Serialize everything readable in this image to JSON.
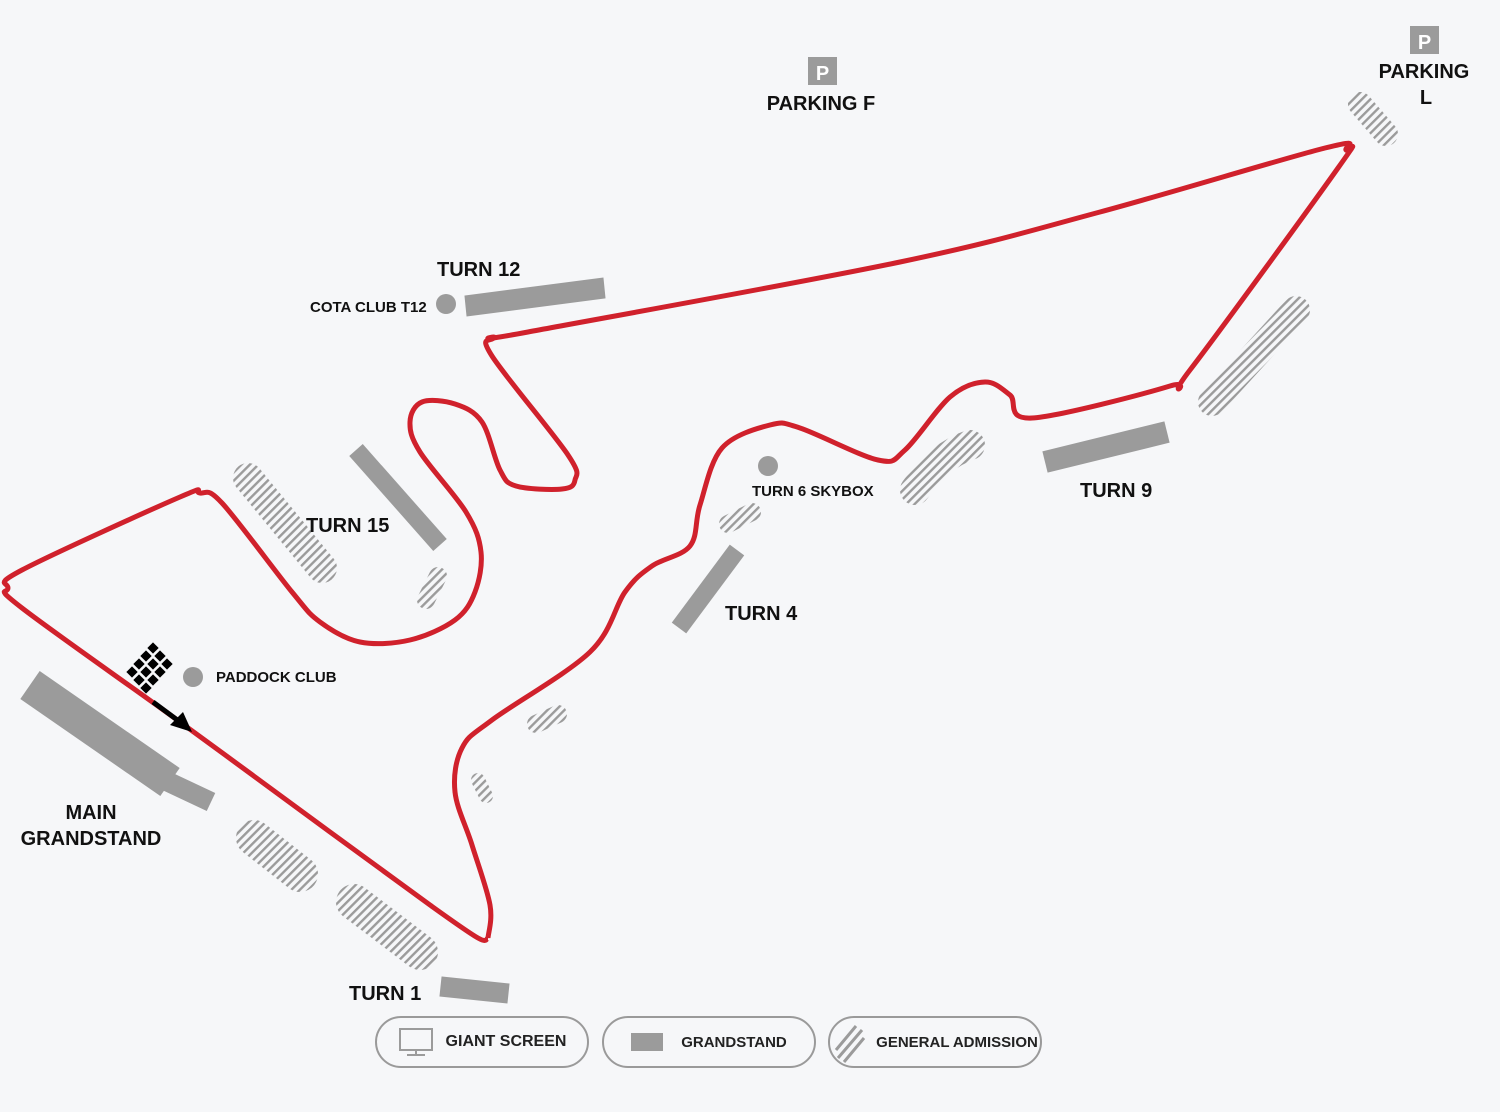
{
  "colors": {
    "track": "#d0212c",
    "grandstand": "#9b9b9b",
    "background": "#f6f7f9",
    "text": "#111111"
  },
  "parking": [
    {
      "icon": "parking-icon",
      "letter": "P",
      "label": "PARKING F"
    },
    {
      "icon": "parking-icon",
      "letter": "P",
      "label_line1": "PARKING",
      "label_line2": "L"
    }
  ],
  "labels": {
    "turn12": "TURN 12",
    "cota_club": "COTA CLUB T12",
    "turn15": "TURN 15",
    "turn6_skybox": "TURN 6 SKYBOX",
    "turn9": "TURN 9",
    "turn4": "TURN 4",
    "paddock_club": "PADDOCK CLUB",
    "main_grandstand_1": "MAIN",
    "main_grandstand_2": "GRANDSTAND",
    "turn1": "TURN 1"
  },
  "legend": [
    {
      "icon": "giant-screen-icon",
      "label": "GIANT SCREEN"
    },
    {
      "icon": "grandstand-swatch-icon",
      "label": "GRANDSTAND"
    },
    {
      "icon": "general-admission-hatch-icon",
      "label": "GENERAL ADMISSION"
    }
  ]
}
